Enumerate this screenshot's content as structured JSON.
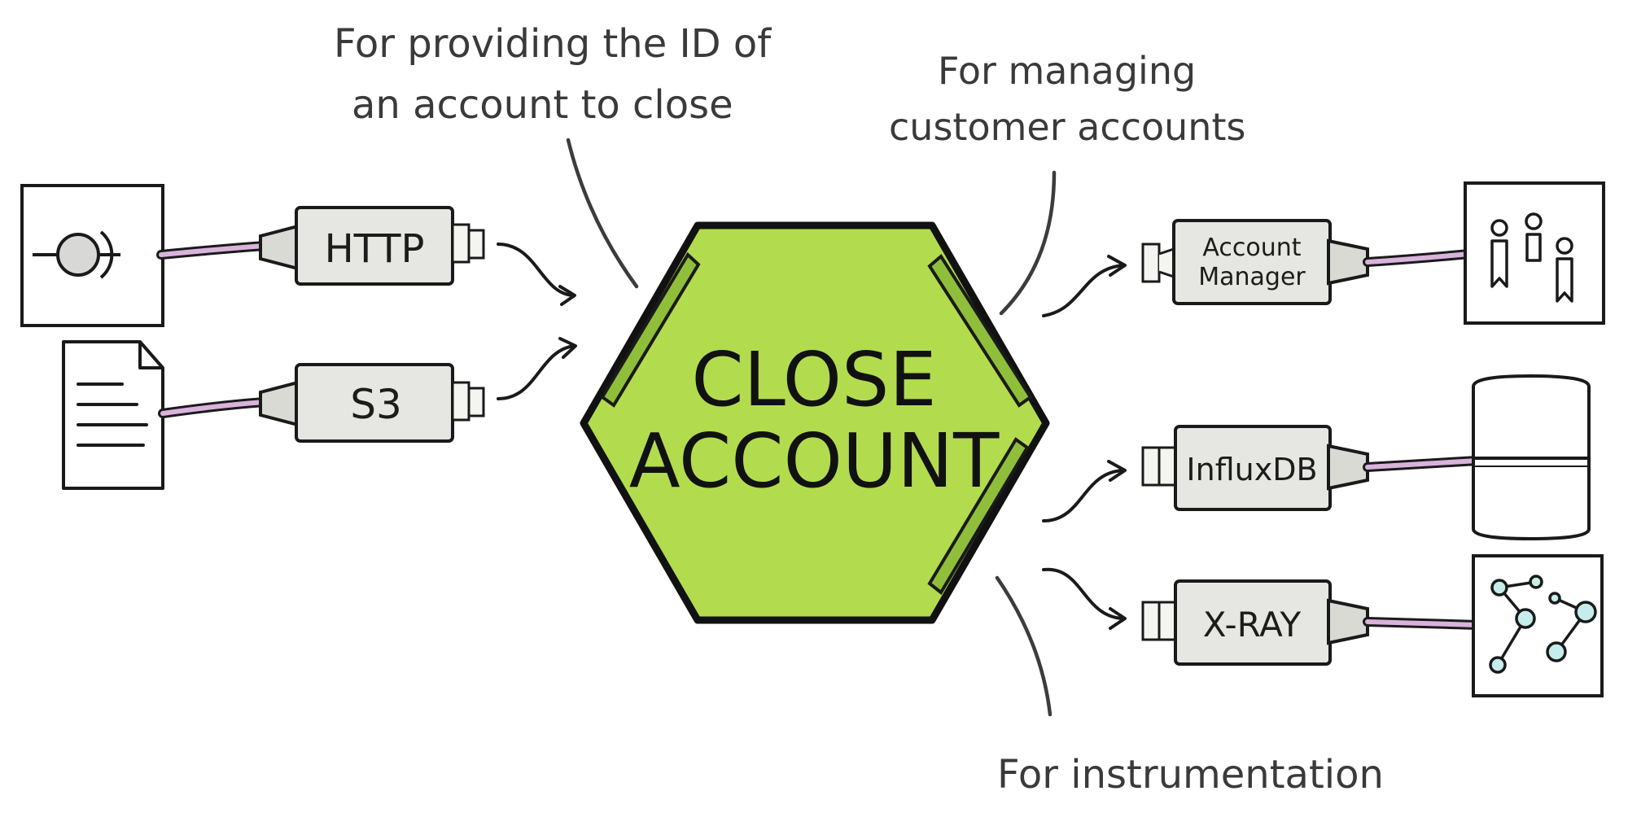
{
  "center": {
    "line1": "CLOSE",
    "line2": "ACCOUNT",
    "color": "#b2dc4e",
    "port_color": "#8fbf3a"
  },
  "notes": {
    "top_left": [
      "For providing the ID of",
      "an account to close"
    ],
    "top_right": [
      "For managing",
      "customer accounts"
    ],
    "bottom_right": [
      "For instrumentation"
    ]
  },
  "adapters": {
    "http": "HTTP",
    "s3": "S3",
    "account_manager": [
      "Account",
      "Manager"
    ],
    "influxdb": "InfluxDB",
    "xray": "X-RAY"
  },
  "icons": {
    "http": "http-endpoint-icon",
    "s3": "document-icon",
    "account_manager": "people-icon",
    "influxdb": "database-icon",
    "xray": "trace-graph-icon"
  },
  "colors": {
    "cable": "#d9b3dc",
    "plug": "#e6e6e2",
    "outline": "#1a1a1a"
  }
}
